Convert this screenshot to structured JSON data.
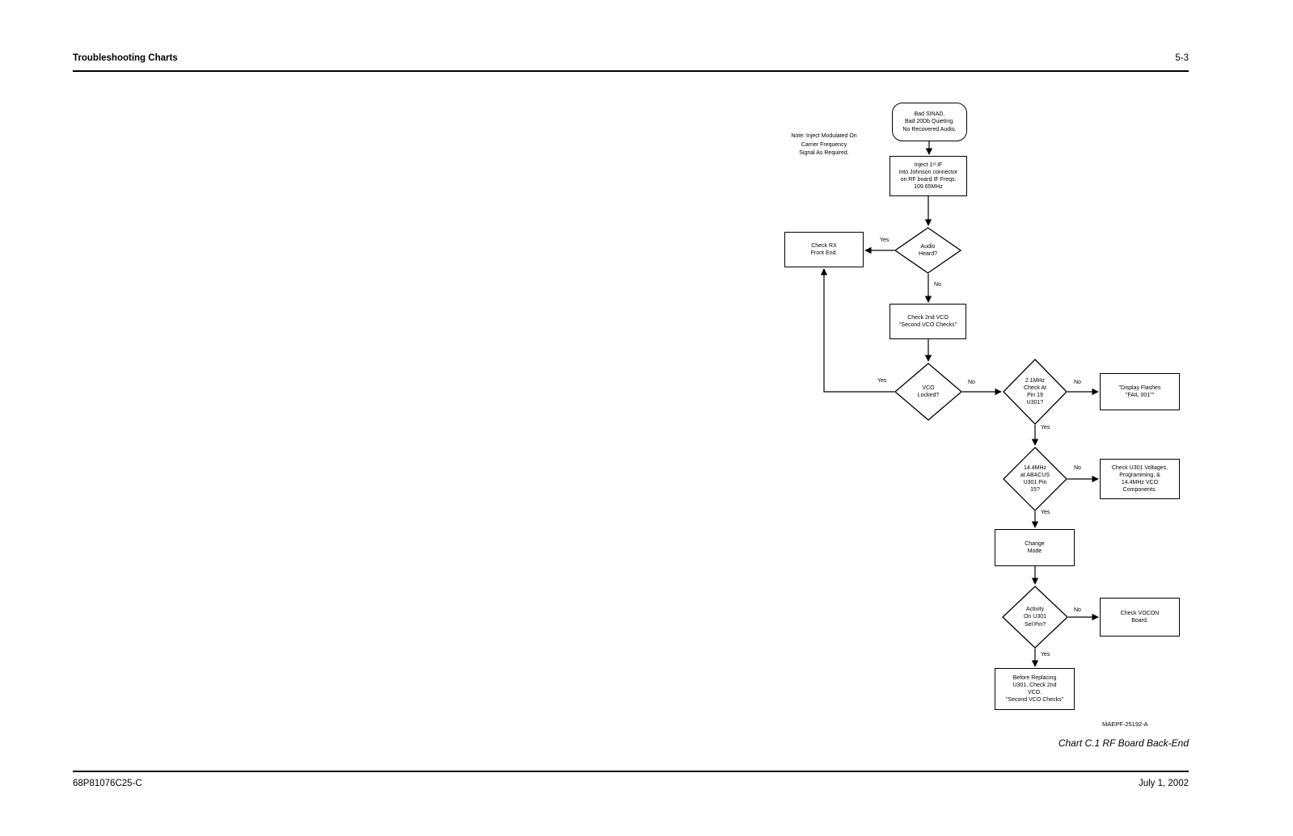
{
  "header": {
    "title": "Troubleshooting Charts",
    "page_number": "5-3"
  },
  "footer": {
    "doc_number": "68P81076C25-C",
    "date": "July 1, 2002"
  },
  "chart": {
    "note_lines": [
      "Note: Inject Modulated On",
      "Carrier Frequency",
      "Signal As Required."
    ],
    "labels": {
      "yes": "Yes",
      "no": "No"
    },
    "figure_id": "MAEPF-25192-A",
    "caption": "Chart C.1 RF Board Back-End",
    "nodes": {
      "bad_sinad": {
        "type": "terminator",
        "lines": [
          "Bad SINAD.",
          "Bad 20Db Quieting.",
          "No Recovered Audio."
        ]
      },
      "inject_if": {
        "type": "process",
        "lines": [
          "Inject 1ˢᵗ IF",
          "into Johnson connector",
          "on RF board IF Freqs:",
          "109.65MHz"
        ]
      },
      "audio_heard": {
        "type": "decision",
        "lines": [
          "Audio",
          "Heard?"
        ]
      },
      "check_rx_front_end": {
        "type": "process",
        "lines": [
          "Check RX",
          "Front End."
        ]
      },
      "check_2nd_vco": {
        "type": "process",
        "lines": [
          "Check 2nd VCO",
          "\"Second VCO Checks\""
        ]
      },
      "vco_locked": {
        "type": "decision",
        "lines": [
          "VCO",
          "Locked?"
        ]
      },
      "check_2_1mhz": {
        "type": "decision",
        "lines": [
          "2.1MHz",
          "Check At",
          "Pin 19",
          "U301?"
        ]
      },
      "display_flashes": {
        "type": "process",
        "lines": [
          "\"Display Flashes",
          "\"FAIL 001\"\""
        ]
      },
      "check_14_4mhz": {
        "type": "decision",
        "lines": [
          "14.4MHz",
          "at ABACUS",
          "U301 Pin",
          "15?"
        ]
      },
      "check_u301": {
        "type": "process",
        "lines": [
          "Check U301 Voltages,",
          "Programming, &",
          "14.4MHz VCO",
          "Components."
        ]
      },
      "change_mode": {
        "type": "process",
        "lines": [
          "Change",
          "Mode"
        ]
      },
      "activity_u301": {
        "type": "decision",
        "lines": [
          "Activity",
          "On U301",
          "Sel Pin?"
        ]
      },
      "check_vocon": {
        "type": "process",
        "lines": [
          "Check VOCON",
          "Board."
        ]
      },
      "before_replacing_u301": {
        "type": "process",
        "lines": [
          "Before Replacing",
          "U301, Check 2nd",
          "VCO.",
          "\"Second VCO Checks\""
        ]
      }
    }
  }
}
